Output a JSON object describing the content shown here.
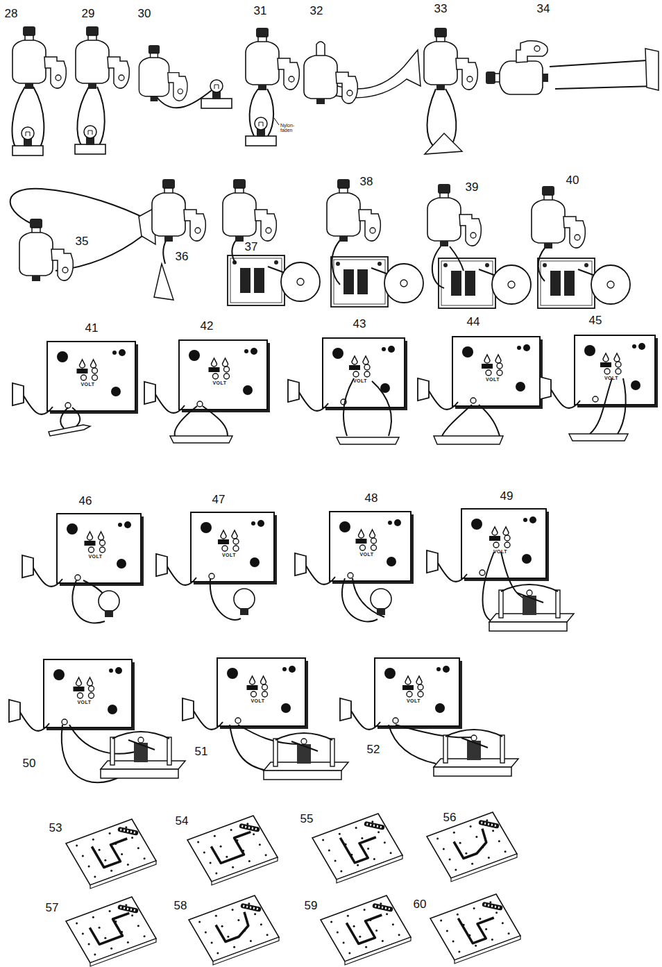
{
  "diagram": {
    "labels": [
      "28",
      "29",
      "30",
      "31",
      "32",
      "33",
      "34",
      "35",
      "36",
      "37",
      "38",
      "39",
      "40",
      "41",
      "42",
      "43",
      "44",
      "45",
      "46",
      "47",
      "48",
      "49",
      "50",
      "51",
      "52",
      "53",
      "54",
      "55",
      "56",
      "57",
      "58",
      "59",
      "60",
      "VOLT",
      "VOLT",
      "VOLT",
      "VOLT",
      "VOLT",
      "VOLT",
      "VOLT",
      "VOLT",
      "VOLT",
      "VOLT",
      "VOLT",
      "VOLT",
      "Nylon- faden"
    ]
  }
}
